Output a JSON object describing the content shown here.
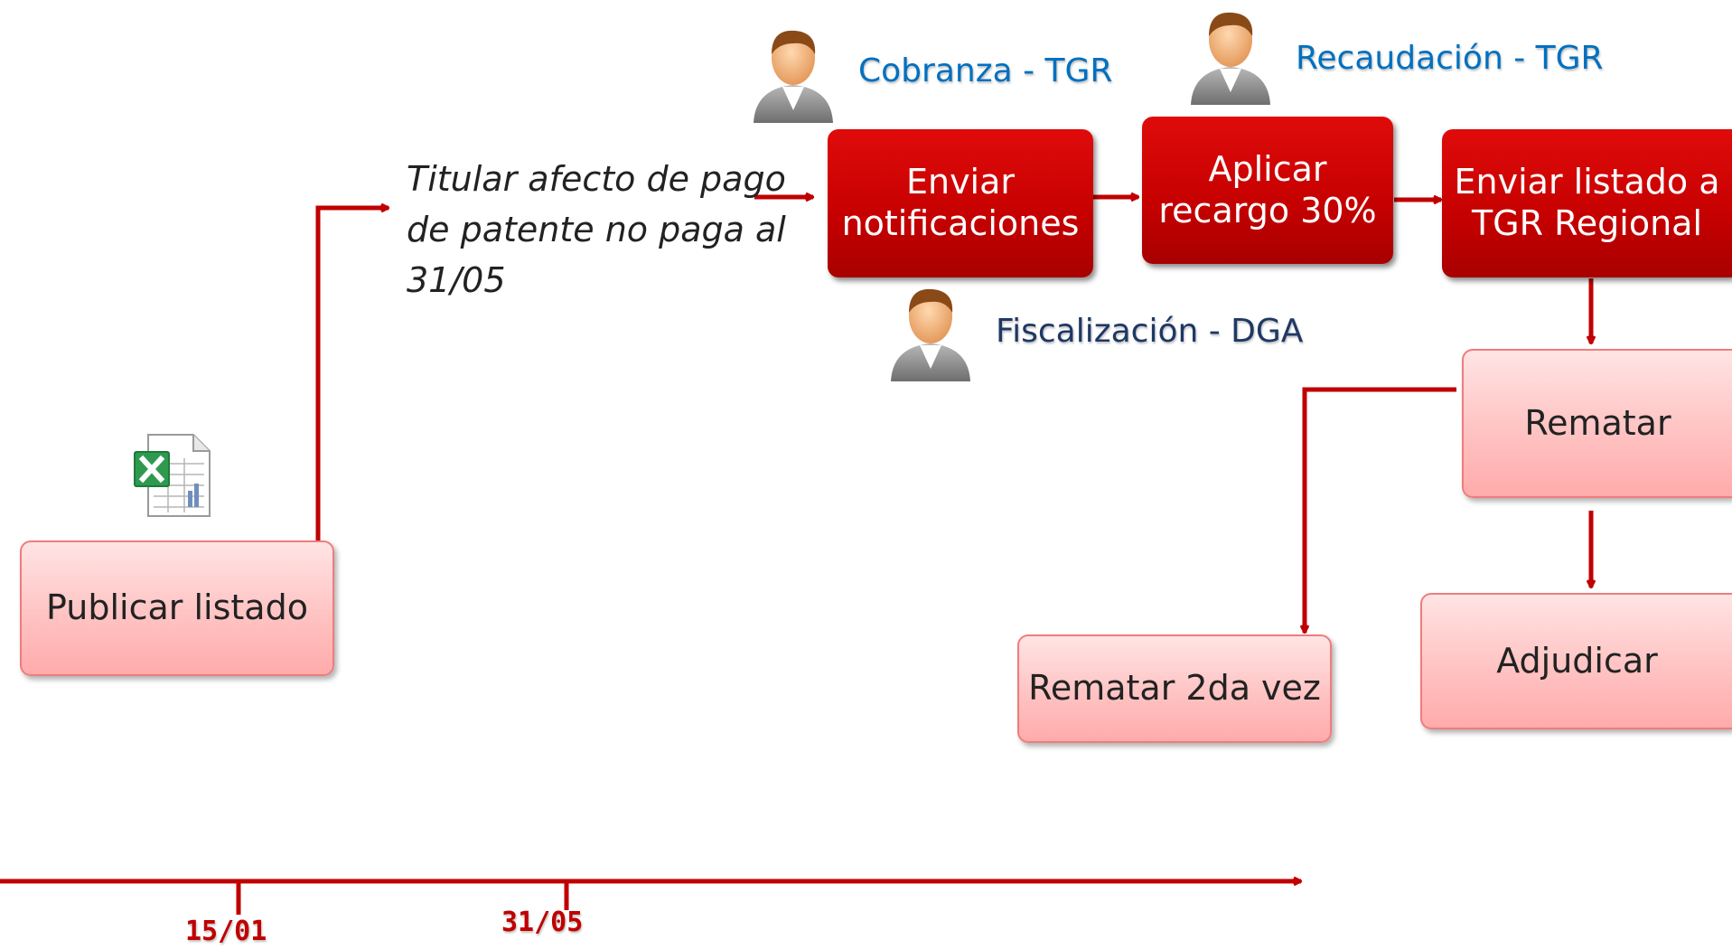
{
  "condition_note": "Titular afecto de pago\nde patente no paga al\n31/05",
  "roles": {
    "cobranza": "Cobranza - TGR",
    "recaudacion": "Recaudación - TGR",
    "fiscalizacion": "Fiscalización - DGA"
  },
  "steps": {
    "publicar": "Publicar listado",
    "enviar_notificaciones": "Enviar\nnotificaciones",
    "aplicar_recargo": "Aplicar\nrecargo 30%",
    "enviar_listado": "Enviar listado a\nTGR Regional",
    "rematar": "Rematar",
    "rematar_2da": "Rematar 2da vez",
    "adjudicar": "Adjudicar"
  },
  "timeline": {
    "dates": [
      "15/01",
      "31/05"
    ]
  },
  "colors": {
    "arrow": "#c00000",
    "dark_box": "#d40000",
    "light_box": "#ffc3c3",
    "role_blue": "#0070c0",
    "role_navy": "#1f3864",
    "date_red": "#c00000"
  },
  "icons": {
    "person": "person-icon",
    "spreadsheet": "excel-file-icon"
  }
}
